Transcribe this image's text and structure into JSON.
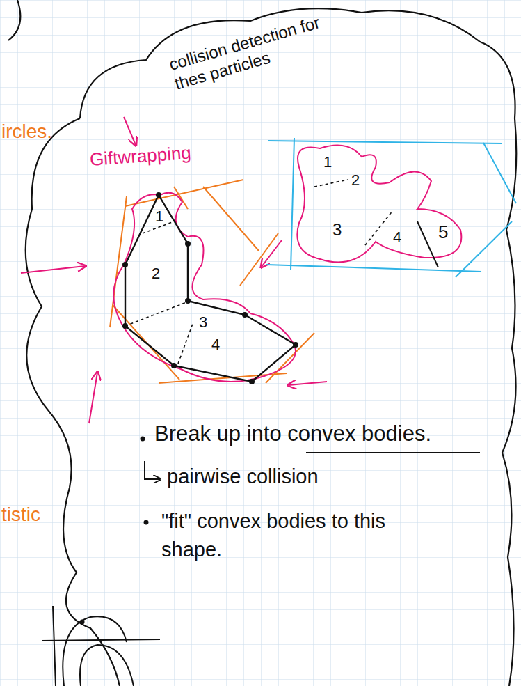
{
  "diagram": {
    "labels": [
      "ircles.",
      "collision detection for thes particles",
      "Giftwrapping",
      "1",
      "2",
      "3",
      "4",
      "1",
      "2",
      "3",
      "4",
      "5",
      "Break up into convex bodies.",
      "pairwise collision",
      "\"fit\" convex bodies to this shape.",
      "tistic"
    ]
  }
}
